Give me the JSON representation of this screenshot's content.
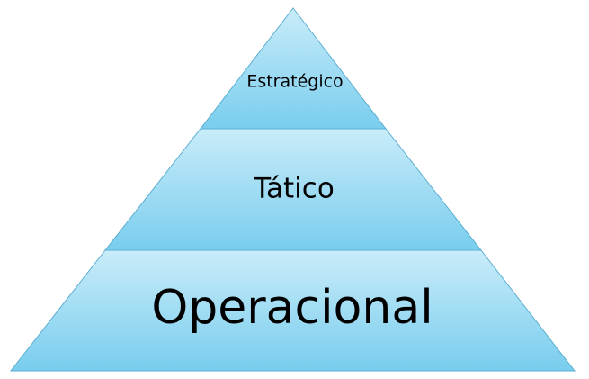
{
  "pyramid": {
    "tiers": [
      {
        "label": "Estratégico"
      },
      {
        "label": "Tático"
      },
      {
        "label": "Operacional"
      }
    ],
    "colors": {
      "fill_light": "#c9ecf9",
      "fill_dark": "#79cdee",
      "stroke": "#5aaed1"
    }
  }
}
